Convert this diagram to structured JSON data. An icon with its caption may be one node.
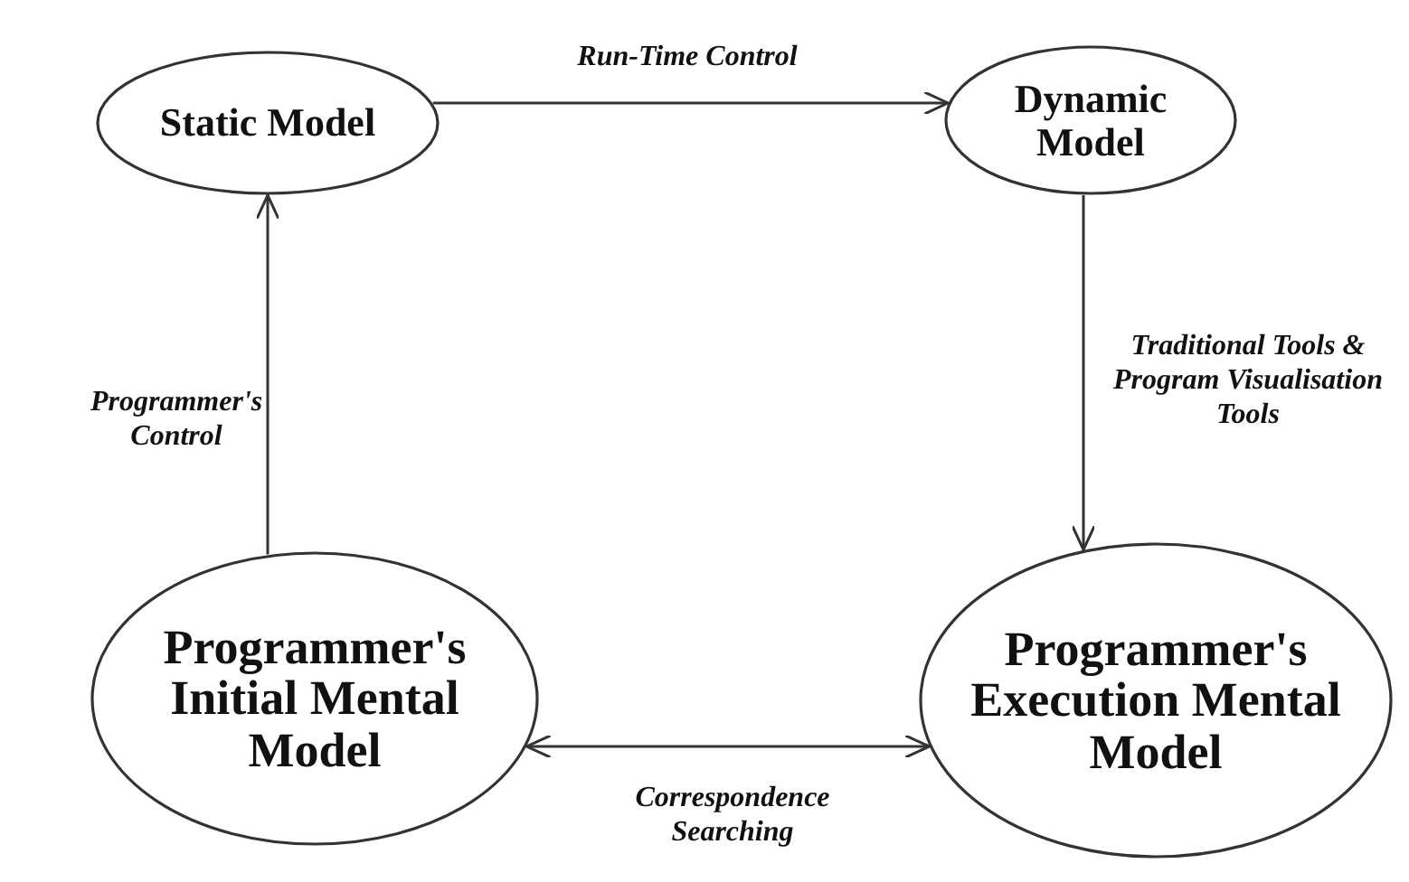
{
  "diagram": {
    "nodes": [
      {
        "text": [
          "Static Model"
        ]
      },
      {
        "text": [
          "Dynamic Model"
        ]
      },
      {
        "text": [
          "Programmer's Initial Mental Model"
        ]
      },
      {
        "text": [
          "Programmer's Execution Mental Model"
        ]
      }
    ],
    "edges": [
      {
        "from": 0,
        "to": 1,
        "arrow": "to",
        "label": "Run-Time Control"
      },
      {
        "from": 1,
        "to": 3,
        "arrow": "to",
        "label": "Traditional Tools & Program Visualisation Tools"
      },
      {
        "from": 2,
        "to": 0,
        "arrow": "to",
        "label": "Programmer's Control"
      },
      {
        "from": 2,
        "to": 3,
        "arrow": "both",
        "label": "Correspondence Searching"
      }
    ]
  }
}
